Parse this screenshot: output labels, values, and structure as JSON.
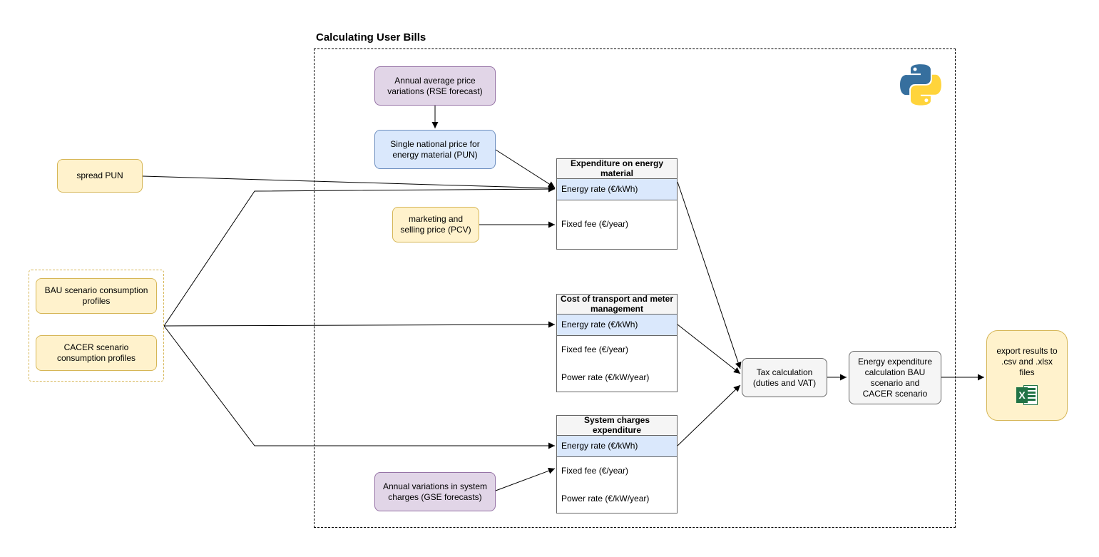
{
  "diagram": {
    "title": "Calculating User Bills",
    "nodes": {
      "rse_forecast": {
        "label": "Annual average price variations (RSE forecast)",
        "fill": "#E1D5E7",
        "stroke": "#9673A6"
      },
      "pun": {
        "label": "Single national price for energy material (PUN)",
        "fill": "#DAE8FC",
        "stroke": "#6C8EBF"
      },
      "spread_pun": {
        "label": "spread PUN",
        "fill": "#FFF2CC",
        "stroke": "#D6B656"
      },
      "pcv": {
        "label": "marketing and selling price (PCV)",
        "fill": "#FFF2CC",
        "stroke": "#D6B656"
      },
      "bau_profiles": {
        "label": "BAU scenario consumption profiles",
        "fill": "#FFF2CC",
        "stroke": "#D6B656"
      },
      "cacer_profiles": {
        "label": "CACER scenario consumption profiles",
        "fill": "#FFF2CC",
        "stroke": "#D6B656"
      },
      "gse_forecasts": {
        "label": "Annual variations in system charges (GSE forecasts)",
        "fill": "#E1D5E7",
        "stroke": "#9673A6"
      },
      "tax_calculation": {
        "label": "Tax calculation (duties and VAT)",
        "fill": "#F5F5F5",
        "stroke": "#666666"
      },
      "energy_expenditure_calc": {
        "label": "Energy expenditure calculation BAU scenario and CACER scenario",
        "fill": "#F5F5F5",
        "stroke": "#666666"
      },
      "export_results": {
        "label": "export results to .csv and .xlsx files",
        "fill": "#FFF2CC",
        "stroke": "#D6B656"
      }
    },
    "tables": [
      {
        "title": "Expenditure on energy material",
        "rows": [
          "Energy rate (€/kWh)",
          "Fixed fee (€/year)"
        ],
        "highlight_row": 0,
        "highlight_color": "#DAE8FC"
      },
      {
        "title": "Cost of transport and meter management",
        "rows": [
          "Energy rate (€/kWh)",
          "Fixed fee (€/year)",
          "Power rate (€/kW/year)"
        ],
        "highlight_row": 0,
        "highlight_color": "#DAE8FC"
      },
      {
        "title": "System charges expenditure",
        "rows": [
          "Energy rate (€/kWh)",
          "Fixed fee (€/year)",
          "Power rate (€/kW/year)"
        ],
        "highlight_row": 0,
        "highlight_color": "#DAE8FC"
      }
    ],
    "icons": {
      "python": "python-logo",
      "excel": "excel-spreadsheet-logo",
      "excel_letter": "X",
      "python_blue": "#366F9E",
      "python_yellow": "#FFD43B",
      "excel_green": "#217346"
    }
  }
}
